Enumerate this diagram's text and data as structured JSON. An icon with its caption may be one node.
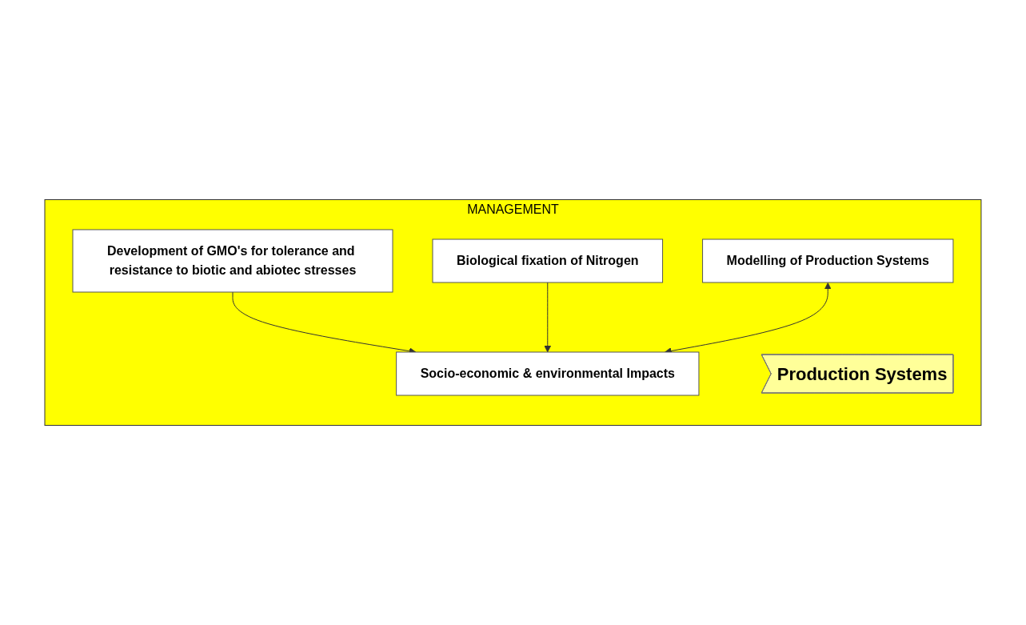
{
  "diagram": {
    "nodes": [
      {
        "text": [
          "MANAGEMENT"
        ]
      },
      {
        "text": [
          "Development of GMO's for tolerance and resistance to biotic and abiotec stresses"
        ],
        "in": 0
      },
      {
        "text": [
          "Biological fixation of Nitrogen"
        ],
        "in": 0
      },
      {
        "text": [
          "Modelling of Production Systems"
        ],
        "in": 0
      },
      {
        "text": [
          "Socio-economic & environmental Impacts"
        ],
        "in": 0
      },
      {
        "text": [
          "Production Systems"
        ],
        "in": 0
      }
    ],
    "edges": [
      {
        "from": 1,
        "to": 4,
        "arrow": "to"
      },
      {
        "from": 2,
        "to": 4,
        "arrow": "to"
      },
      {
        "from": 3,
        "to": 4,
        "arrow": "both"
      }
    ]
  }
}
